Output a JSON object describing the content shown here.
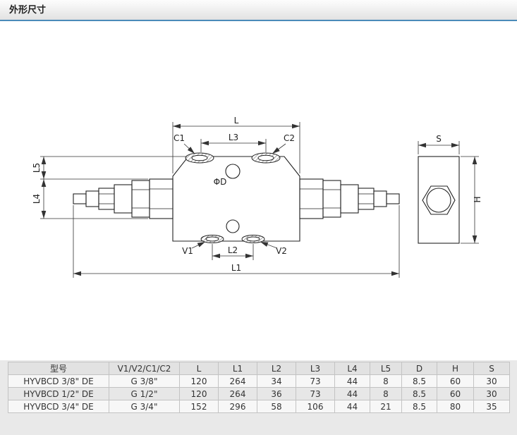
{
  "page": {
    "section_title": "外形尺寸"
  },
  "drawing": {
    "labels": {
      "L": "L",
      "L1": "L1",
      "L2": "L2",
      "L3": "L3",
      "L4": "L4",
      "L5": "L5",
      "C1": "C1",
      "C2": "C2",
      "V1": "V1",
      "V2": "V2",
      "phiD": "ΦD",
      "S": "S",
      "H": "H"
    }
  },
  "table": {
    "headers": [
      "型号",
      "V1/V2/C1/C2",
      "L",
      "L1",
      "L2",
      "L3",
      "L4",
      "L5",
      "D",
      "H",
      "S"
    ],
    "rows": [
      [
        "HYVBCD 3/8\" DE",
        "G 3/8\"",
        "120",
        "264",
        "34",
        "73",
        "44",
        "8",
        "8.5",
        "60",
        "30"
      ],
      [
        "HYVBCD 1/2\" DE",
        "G 1/2\"",
        "120",
        "264",
        "36",
        "73",
        "44",
        "8",
        "8.5",
        "60",
        "30"
      ],
      [
        "HYVBCD 3/4\" DE",
        "G 3/4\"",
        "152",
        "296",
        "58",
        "106",
        "44",
        "21",
        "8.5",
        "80",
        "35"
      ]
    ]
  }
}
